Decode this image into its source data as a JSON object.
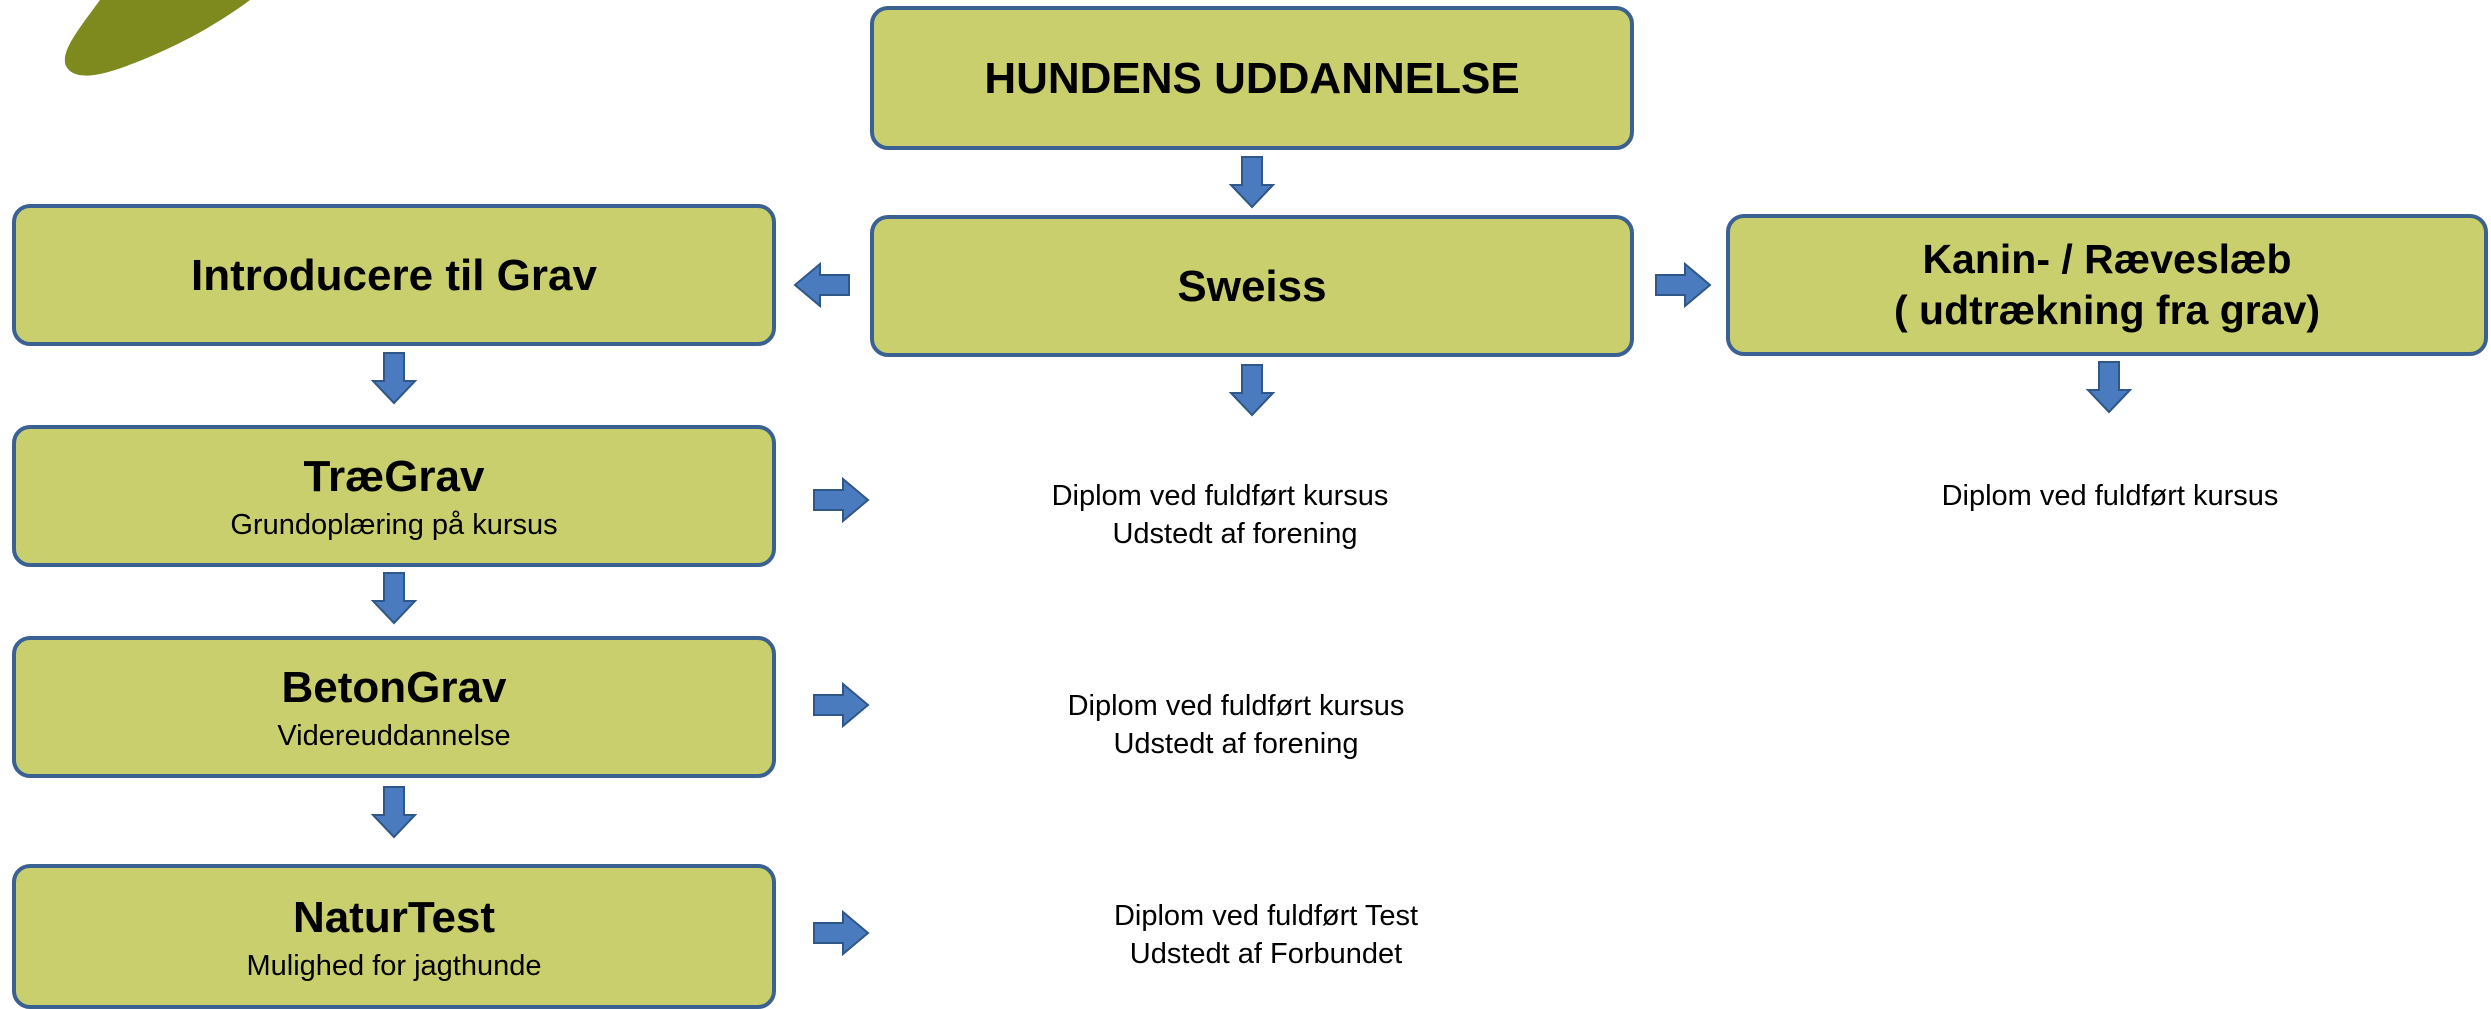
{
  "colors": {
    "box_fill": "#c9cf6d",
    "box_border": "#3b6193",
    "arrow_fill": "#4b7bbf",
    "arrow_stroke": "#2f5788",
    "blob_fill": "#7f8a1e"
  },
  "diagram": {
    "top": {
      "title": "HUNDENS UDDANNELSE"
    },
    "center": {
      "title": "Sweiss"
    },
    "left_branch": {
      "title": "Introducere til Grav"
    },
    "right_branch": {
      "title": "Kanin- / Ræveslæb\n( udtrækning fra grav)"
    },
    "steps": [
      {
        "title": "TræGrav",
        "subtitle": "Grundoplæring på kursus"
      },
      {
        "title": "BetonGrav",
        "subtitle": "Videreuddannelse"
      },
      {
        "title": "NaturTest",
        "subtitle": "Mulighed for jagthunde"
      }
    ],
    "outcomes": [
      {
        "line1": "Diplom ved fuldført kursus",
        "line2": "Udstedt af forening"
      },
      {
        "line1": "Diplom ved fuldført kursus",
        "line2": "Udstedt af forening"
      },
      {
        "line1": "Diplom ved fuldført Test",
        "line2": "Udstedt af Forbundet"
      }
    ],
    "right_outcome": {
      "line1": "Diplom ved fuldført kursus"
    }
  }
}
